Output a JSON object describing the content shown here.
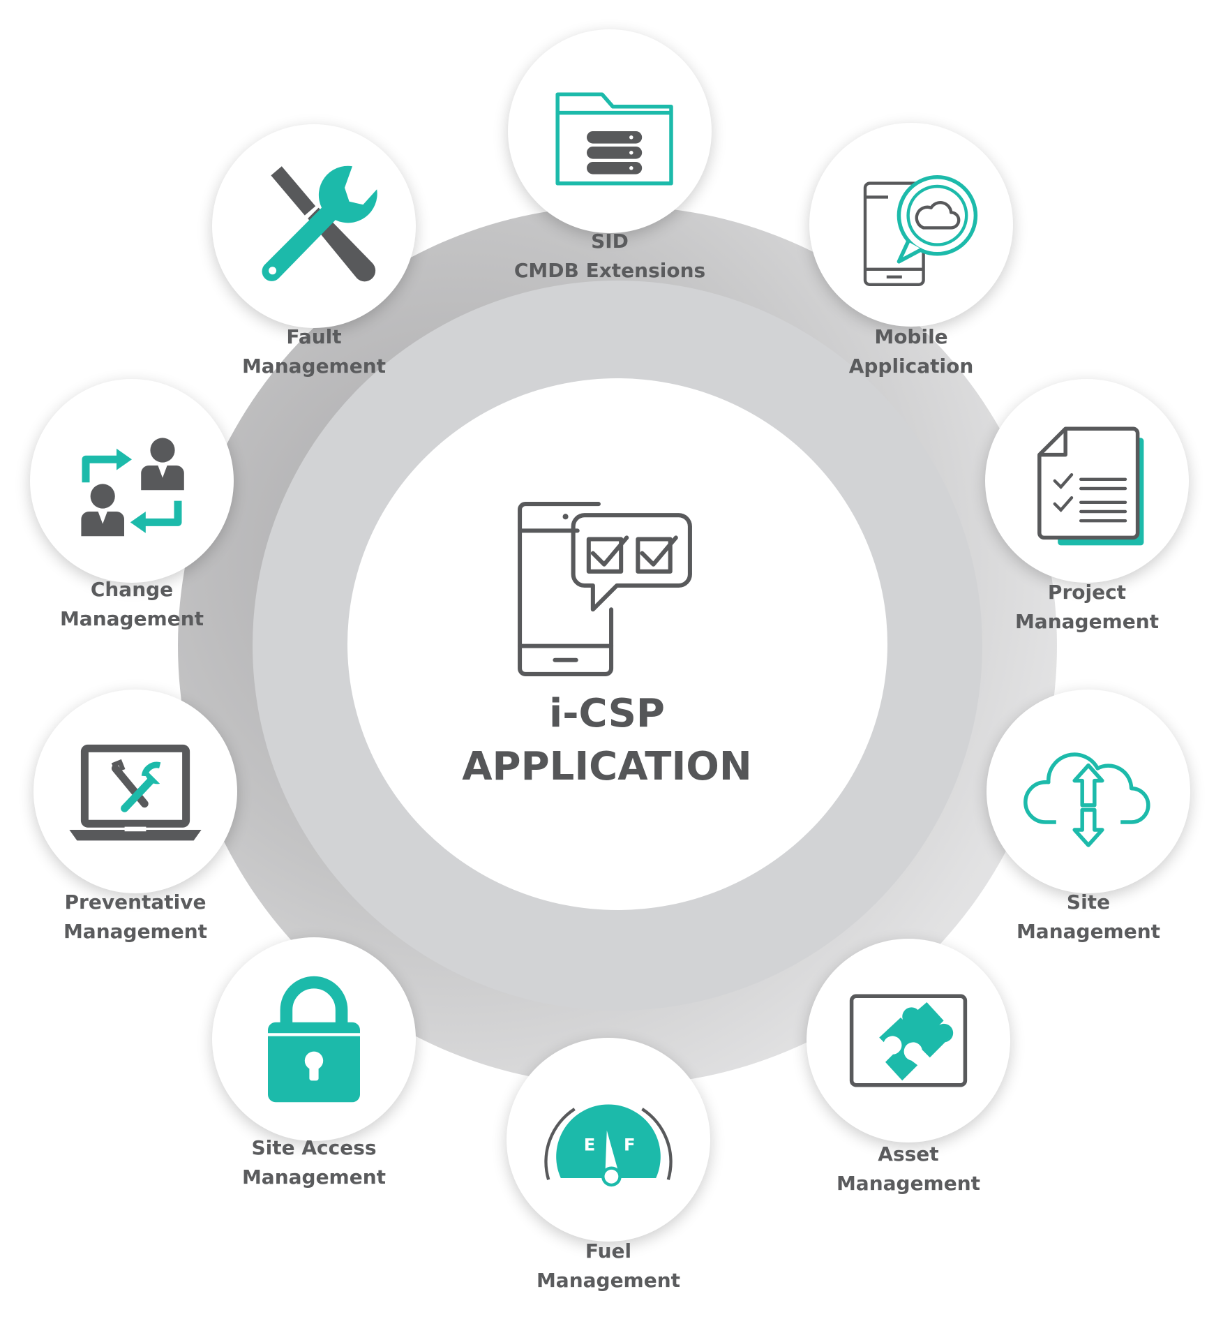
{
  "center": {
    "title_line1": "i-CSP",
    "title_line2": "APPLICATION",
    "icon": "phone-checklist-icon"
  },
  "colors": {
    "teal": "#1cbaaa",
    "gray": "#58595b",
    "ring_dark": "#a9a8aa",
    "ring_light": "#d2d3d5"
  },
  "modules": [
    {
      "id": "sid-cmdb",
      "icon": "folder-server-icon",
      "line1": "SID",
      "line2": "CMDB Extensions"
    },
    {
      "id": "mobile",
      "icon": "mobile-cloud-icon",
      "line1": "Mobile",
      "line2": "Application"
    },
    {
      "id": "project",
      "icon": "document-checklist-icon",
      "line1": "Project",
      "line2": "Management"
    },
    {
      "id": "site",
      "icon": "cloud-sync-icon",
      "line1": "Site",
      "line2": "Management"
    },
    {
      "id": "asset",
      "icon": "puzzle-icon",
      "line1": "Asset",
      "line2": "Management"
    },
    {
      "id": "fuel",
      "icon": "fuel-gauge-icon",
      "line1": "Fuel",
      "line2": "Management",
      "gauge_empty": "E",
      "gauge_full": "F"
    },
    {
      "id": "site-access",
      "icon": "padlock-icon",
      "line1": "Site Access",
      "line2": "Management"
    },
    {
      "id": "preventative",
      "icon": "laptop-tools-icon",
      "line1": "Preventative",
      "line2": "Management"
    },
    {
      "id": "change",
      "icon": "people-swap-icon",
      "line1": "Change",
      "line2": "Management"
    },
    {
      "id": "fault",
      "icon": "wrench-screwdriver-icon",
      "line1": "Fault",
      "line2": "Management"
    }
  ]
}
